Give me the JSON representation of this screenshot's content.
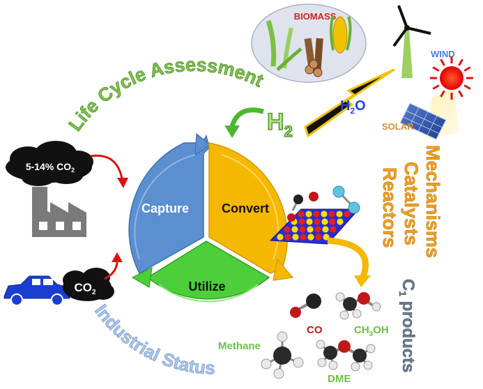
{
  "cycle": {
    "capture_label": "Capture",
    "convert_label": "Convert",
    "utilize_label": "Utilize"
  },
  "arcs": {
    "life_cycle": "Life Cycle Assessment",
    "industrial": "Industrial Status"
  },
  "side_labels": {
    "mechanisms": "Mechanisms",
    "catalysts": "Catalysts",
    "reactors": "Reactors",
    "c1_main": "C",
    "c1_sub": "1",
    "c1_rest": " products"
  },
  "sources": {
    "biomass": "BIOMASS",
    "wind": "WIND",
    "solar": "SOLAR",
    "h2_main": "H",
    "h2_sub": "2",
    "h2o_h": "H",
    "h2o_sub": "2",
    "h2o_o": "O"
  },
  "emissions": {
    "factory_cloud_pre": "5-14% CO",
    "factory_cloud_sub": "2",
    "car_cloud_main": "CO",
    "car_cloud_sub": "2"
  },
  "products": {
    "co": "CO",
    "methanol_pre": "CH",
    "methanol_sub": "3",
    "methanol_post": "OH",
    "methane": "Methane",
    "dme": "DME"
  },
  "colors": {
    "capture": "#5b8fd0",
    "convert": "#f5b800",
    "utilize": "#4ccf3a",
    "arc_green": "#6cc04a",
    "arc_blue": "#9ab7e0",
    "side_orange": "#f0a020",
    "c1_gray": "#6a7a90",
    "red": "#e01010",
    "dark_red": "#c00000"
  }
}
